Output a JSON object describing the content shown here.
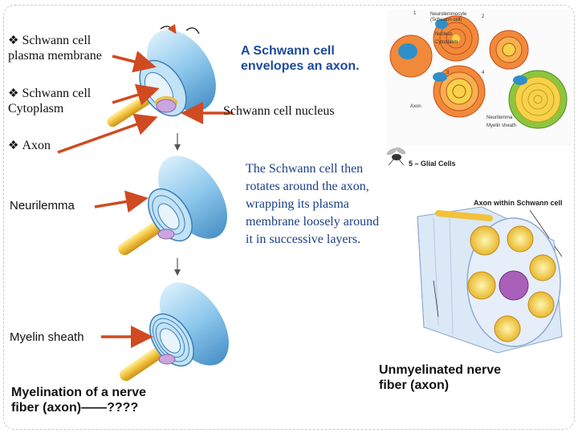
{
  "labels": {
    "plasma_membrane": [
      "Schwann cell",
      "plasma membrane"
    ],
    "cytoplasm": [
      "Schwann cell",
      "Cytoplasm"
    ],
    "axon": "Axon",
    "neurilemma": "Neurilemma",
    "myelin_sheath": "Myelin sheath",
    "envelopes": [
      "A Schwann cell",
      "envelopes an axon."
    ],
    "nucleus": "Schwann cell nucleus",
    "rotates": [
      "The Schwann cell then",
      "rotates around the axon,",
      "wrapping its plasma",
      "membrane loosely around",
      "it in successive layers."
    ],
    "myelination": [
      "Myelination of a nerve",
      "fiber (axon)——????"
    ],
    "unmyelinated": [
      "Unmyelinated nerve",
      "fiber (axon)"
    ]
  },
  "top_right_figure": {
    "legend": [
      "Neurolemmocyte",
      "(Schwann cell)",
      "Nucleus",
      "Cytoplasm",
      "Axon",
      "Neurilemma",
      "Myelin sheath"
    ],
    "step_numbers": [
      "1",
      "2",
      "3",
      "4"
    ]
  },
  "glial_caption": "5 – Glial Cells",
  "bottom_right_figure": {
    "title": "Axon within Schwann cell"
  },
  "colors": {
    "arrow": "#d04a22",
    "axon": "#f2c23c",
    "schwann": "#8ec8ec",
    "nucleus": "#c9a6dc",
    "title_blue": "#1c4a9c"
  },
  "icons": [
    "diamond-bullet-icon",
    "fly-icon"
  ]
}
